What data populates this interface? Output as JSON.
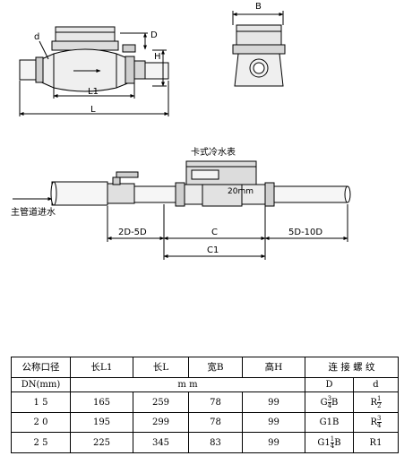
{
  "drawing": {
    "top_labels": {
      "d": "d",
      "D": "D",
      "H": "H",
      "L1": "L1",
      "L": "L",
      "B": "B"
    },
    "meter_title": "卡式冷水表",
    "inlet_label": "主管道进水",
    "meter_face": "20mm",
    "dims": {
      "upstream": "2D-5D",
      "c": "C",
      "downstream": "5D-10D",
      "c1": "C1"
    }
  },
  "table": {
    "headers": [
      "公称口径",
      "长L1",
      "长L",
      "宽B",
      "高H",
      "连 接 螺 纹"
    ],
    "units": {
      "dn": "DN(mm)",
      "mm": "m m",
      "D": "D",
      "d": "d"
    },
    "rows": [
      {
        "dn": "1 5",
        "l1": "165",
        "l": "259",
        "b": "78",
        "h": "99",
        "D_main": "G",
        "D_num": "3",
        "D_den": "4",
        "D_suffix": "B",
        "d_main": "R",
        "d_num": "1",
        "d_den": "2"
      },
      {
        "dn": "2 0",
        "l1": "195",
        "l": "299",
        "b": "78",
        "h": "99",
        "D_main": "G1B",
        "d_main": "R",
        "d_num": "3",
        "d_den": "4"
      },
      {
        "dn": "2 5",
        "l1": "225",
        "l": "345",
        "b": "83",
        "h": "99",
        "D_main": "G1",
        "D_num": "1",
        "D_den": "4",
        "D_suffix": "B",
        "d_main": "R1"
      }
    ]
  }
}
